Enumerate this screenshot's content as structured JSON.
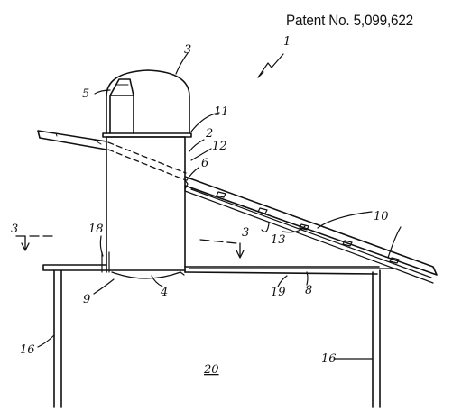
{
  "header": {
    "patent_number": "Patent No. 5,099,622"
  },
  "labels": {
    "l1": "1",
    "l2": "2",
    "l3": "3",
    "l3a": "3",
    "l3b": "3",
    "l4": "4",
    "l5": "5",
    "l6": "6",
    "l8": "8",
    "l9": "9",
    "l10": "10",
    "l11": "11",
    "l12": "12",
    "l13": "13",
    "l16a": "16",
    "l16b": "16",
    "l18": "18",
    "l19": "19",
    "l20": "20"
  }
}
